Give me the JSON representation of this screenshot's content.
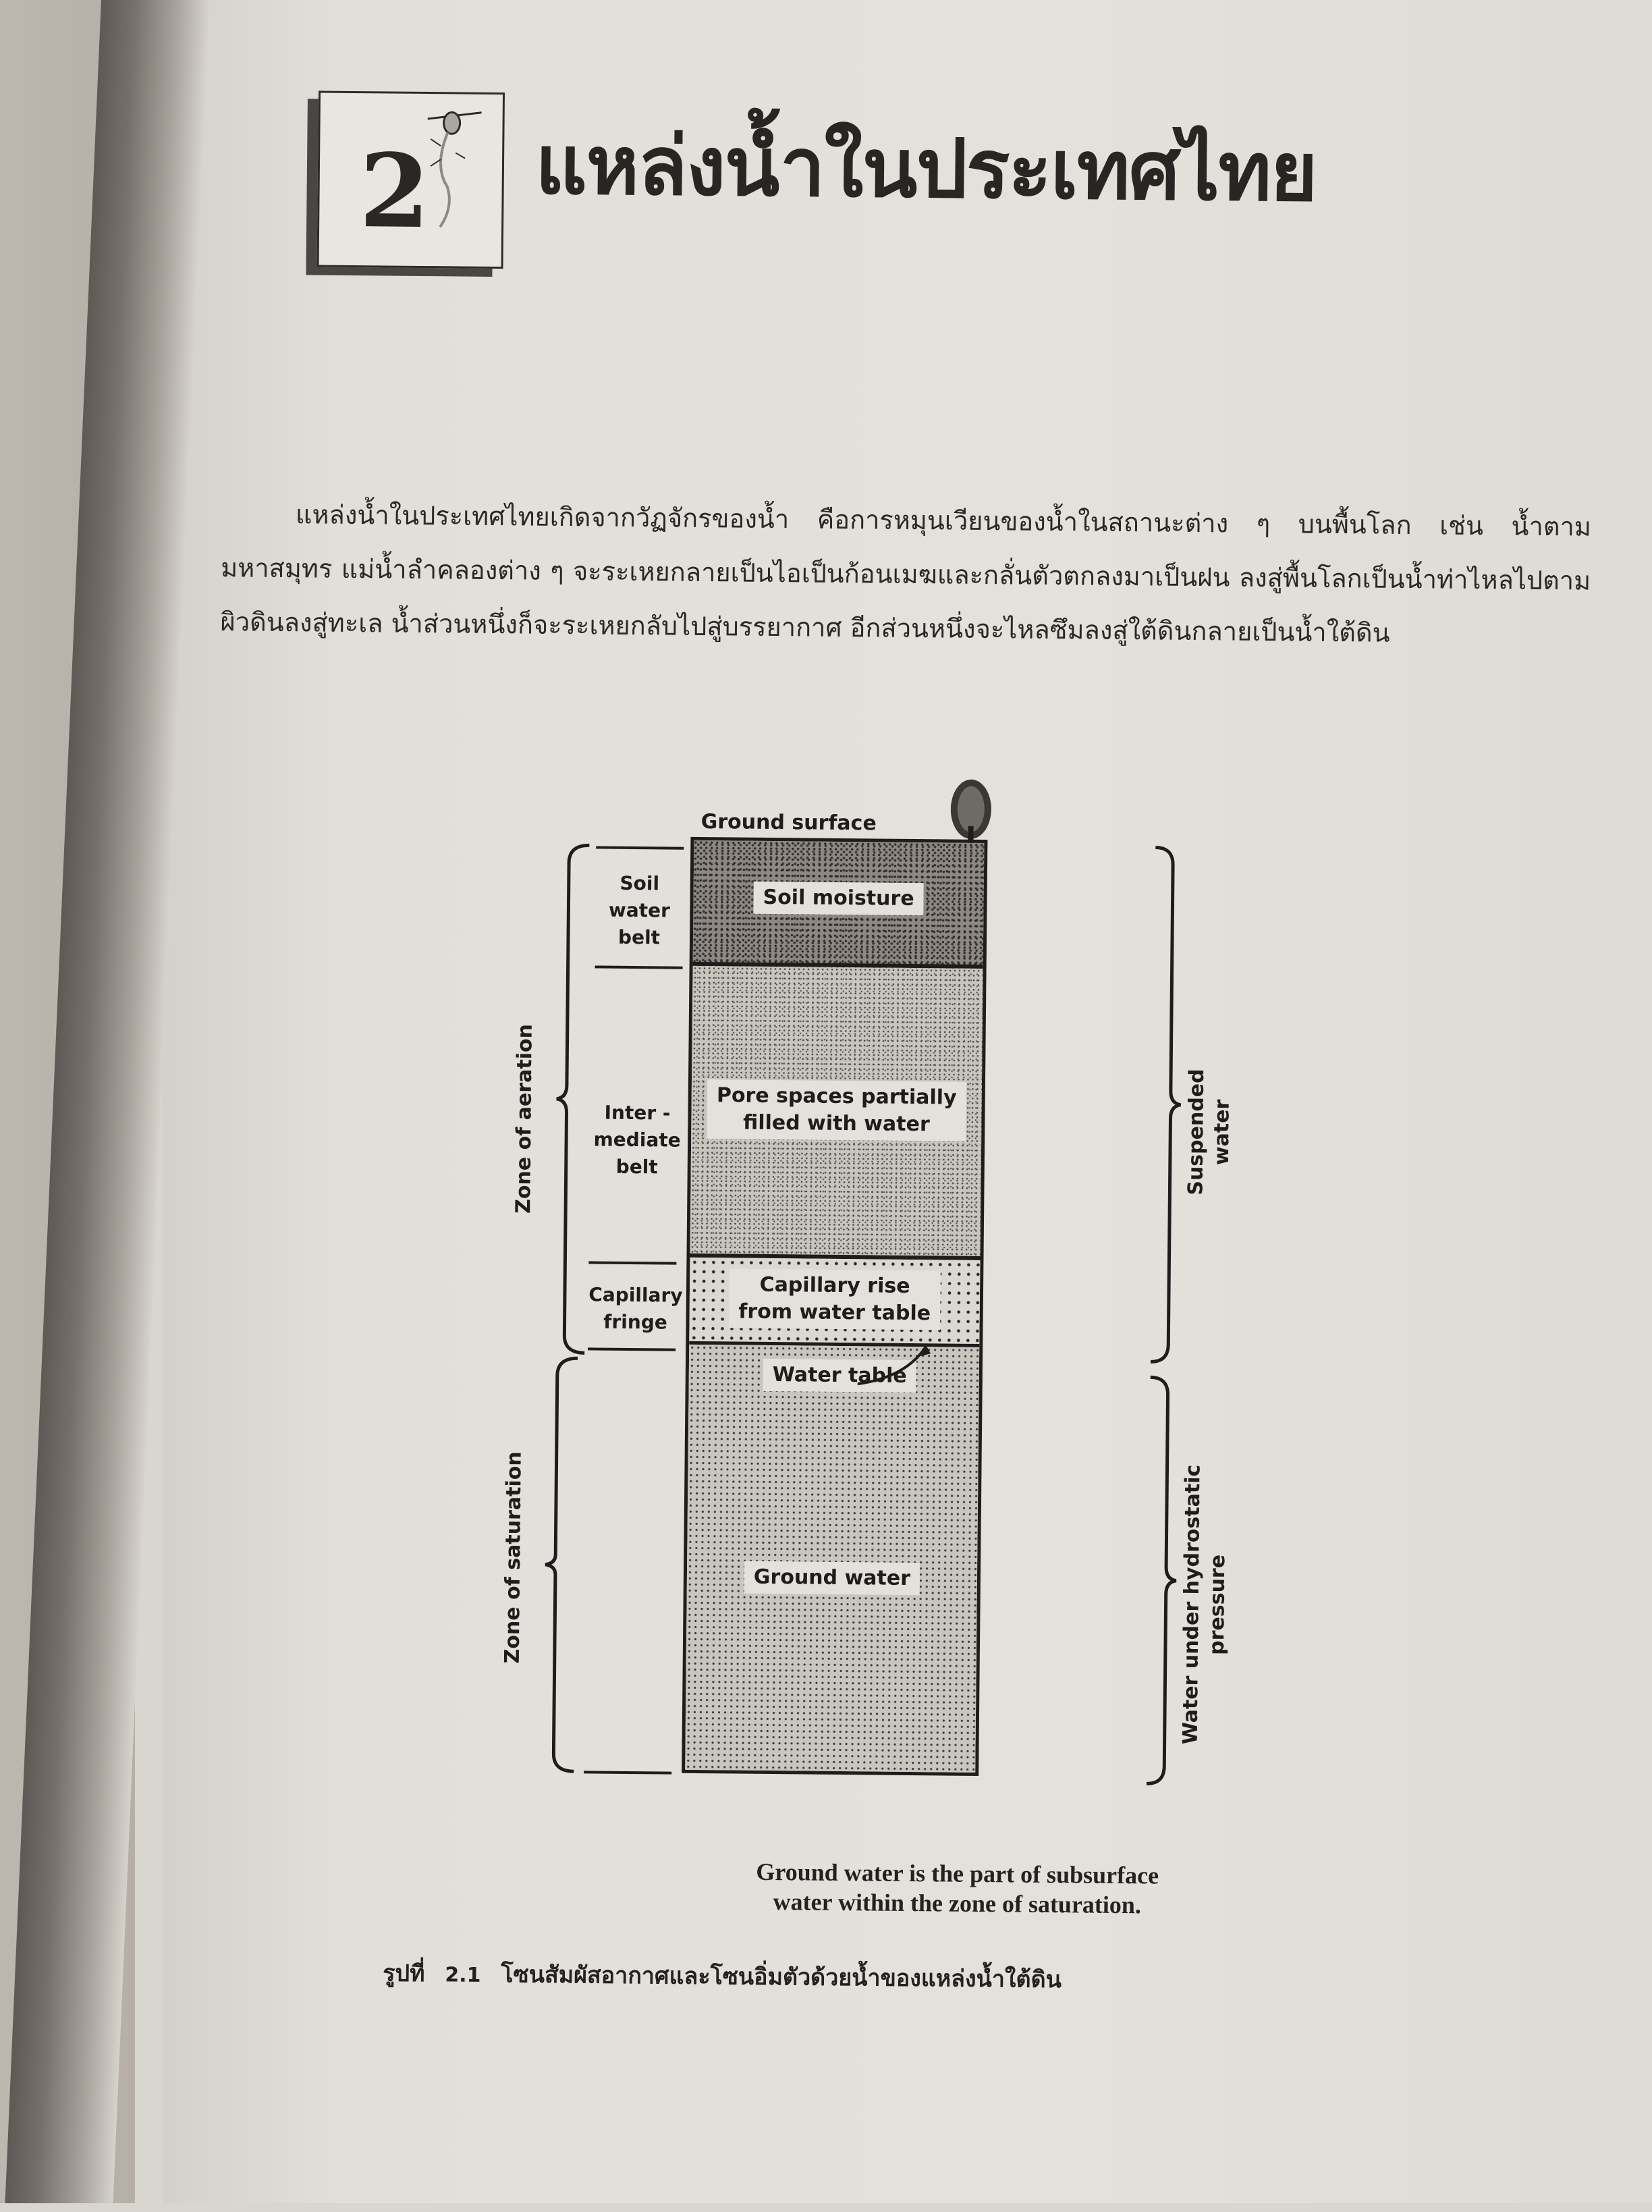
{
  "chapter": {
    "number": "2",
    "title": "แหล่งน้ำในประเทศไทย"
  },
  "body": {
    "paragraph": "แหล่งน้ำในประเทศไทยเกิดจากวัฏจักรของน้ำ คือการหมุนเวียนของน้ำในสถานะต่าง ๆ บนพื้นโลก เช่น น้ำตามมหาสมุทร แม่น้ำลำคลองต่าง ๆ จะระเหยกลายเป็นไอเป็นก้อนเมฆและกลั่นตัวตกลงมาเป็นฝน ลงสู่พื้นโลกเป็นน้ำท่าไหลไปตามผิวดินลงสู่ทะเล น้ำส่วนหนึ่งก็จะระเหยกลับไปสู่บรรยากาศ อีกส่วนหนึ่งจะไหลซึมลงสู่ใต้ดินกลายเป็นน้ำใต้ดิน"
  },
  "diagram": {
    "ground_surface": "Ground surface",
    "layers": {
      "soil": "Soil moisture",
      "intermediate_line1": "Pore spaces partially",
      "intermediate_line2": "filled with water",
      "capillary_line1": "Capillary rise",
      "capillary_line2": "from water table",
      "water_table": "Water table",
      "ground_water": "Ground water"
    },
    "belts": {
      "soil_water_1": "Soil water",
      "soil_water_2": "belt",
      "intermediate_1": "Inter -",
      "intermediate_2": "mediate",
      "intermediate_3": "belt",
      "capillary_1": "Capillary",
      "capillary_2": "fringe"
    },
    "zones": {
      "aeration": "Zone  of  aeration",
      "saturation": "Zone  of  saturation"
    },
    "water_types": {
      "suspended_1": "Suspended",
      "suspended_2": "water",
      "hydrostatic_1": "Water  under  hydrostatic",
      "hydrostatic_2": "pressure"
    }
  },
  "figure": {
    "caption_en_line1": "Ground water is the part of subsurface",
    "caption_en_line2": "water within the zone of saturation.",
    "label": "รูปที่",
    "number": "2.1",
    "caption_th": "โซนสัมผัสอากาศและโซนอิ่มตัวด้วยน้ำของแหล่งน้ำใต้ดิน"
  }
}
